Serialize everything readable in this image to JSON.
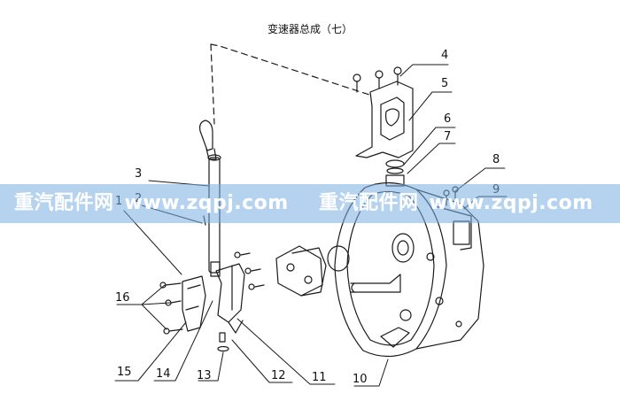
{
  "title": "变速器总成（七）",
  "watermark": {
    "text_cn": "重汽配件网",
    "url": "www.zqpj.com"
  },
  "callouts": [
    {
      "id": "1",
      "label": "1"
    },
    {
      "id": "2",
      "label": "2"
    },
    {
      "id": "3",
      "label": "3"
    },
    {
      "id": "4",
      "label": "4"
    },
    {
      "id": "5",
      "label": "5"
    },
    {
      "id": "6",
      "label": "6"
    },
    {
      "id": "7",
      "label": "7"
    },
    {
      "id": "8",
      "label": "8"
    },
    {
      "id": "9",
      "label": "9"
    },
    {
      "id": "10",
      "label": "10"
    },
    {
      "id": "11",
      "label": "11"
    },
    {
      "id": "12",
      "label": "12"
    },
    {
      "id": "13",
      "label": "13"
    },
    {
      "id": "14",
      "label": "14"
    },
    {
      "id": "15",
      "label": "15"
    },
    {
      "id": "16",
      "label": "16"
    }
  ],
  "colors": {
    "line": "#1a1a1a",
    "banner": "#78afe1",
    "watermark_text": "#ffffff"
  }
}
